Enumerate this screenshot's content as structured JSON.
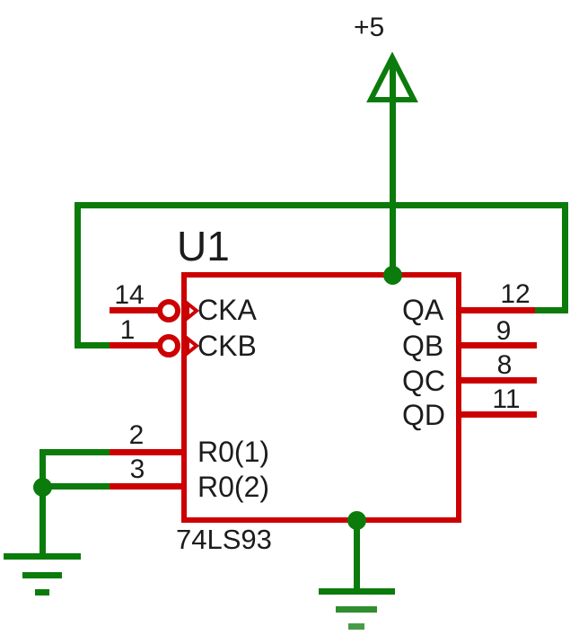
{
  "diagram": {
    "type": "circuit-schematic",
    "component": {
      "designator": "U1",
      "part_number": "74LS93"
    },
    "power": {
      "label": "+5"
    },
    "left_pins": [
      {
        "number": "14",
        "name": "CKA"
      },
      {
        "number": "1",
        "name": "CKB"
      },
      {
        "number": "2",
        "name": "R0(1)"
      },
      {
        "number": "3",
        "name": "R0(2)"
      }
    ],
    "right_pins": [
      {
        "number": "12",
        "name": "QA"
      },
      {
        "number": "9",
        "name": "QB"
      },
      {
        "number": "8",
        "name": "QC"
      },
      {
        "number": "11",
        "name": "QD"
      }
    ],
    "colors": {
      "wire": "#0b7b0b",
      "component": "#cc0000",
      "text": "#1c1c1c",
      "bg": "#ffffff"
    }
  }
}
